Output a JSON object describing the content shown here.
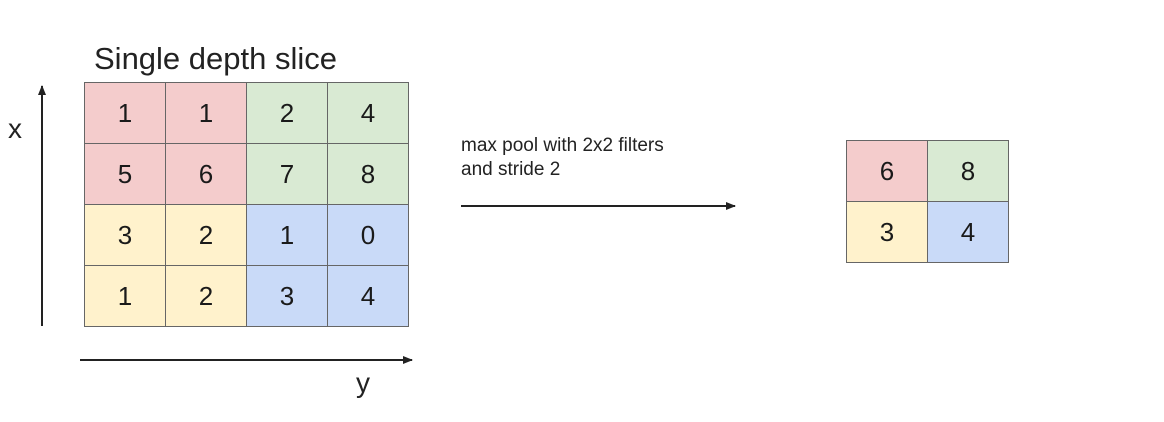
{
  "title": "Single depth slice",
  "axes": {
    "x_label": "x",
    "y_label": "y"
  },
  "operation": {
    "line1": "max pool with 2x2 filters",
    "line2": "and stride 2"
  },
  "colors": {
    "red": "#f4cccc",
    "green": "#d9ead3",
    "yellow": "#fff2cc",
    "blue": "#c9daf8",
    "grid_line": "#666666",
    "arrow": "#222222"
  },
  "input": {
    "rows": [
      [
        "1",
        "1",
        "2",
        "4"
      ],
      [
        "5",
        "6",
        "7",
        "8"
      ],
      [
        "3",
        "2",
        "1",
        "0"
      ],
      [
        "1",
        "2",
        "3",
        "4"
      ]
    ]
  },
  "output": {
    "rows": [
      [
        "6",
        "8"
      ],
      [
        "3",
        "4"
      ]
    ]
  }
}
